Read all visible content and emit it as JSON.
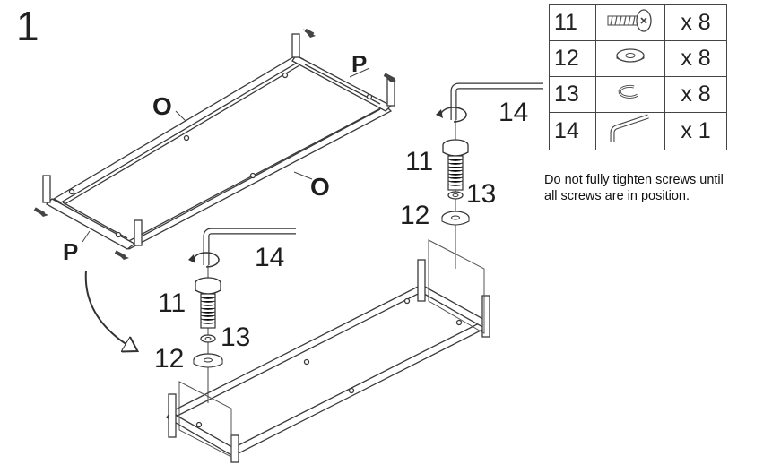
{
  "step_number": "1",
  "frame_labels": [
    "O",
    "O",
    "P",
    "P"
  ],
  "callouts": {
    "screw": "11",
    "washer": "12",
    "lock_washer": "13",
    "hex_key": "14"
  },
  "parts": [
    {
      "number": "11",
      "icon": "screw-icon",
      "qty": "x 8"
    },
    {
      "number": "12",
      "icon": "washer-icon",
      "qty": "x 8"
    },
    {
      "number": "13",
      "icon": "split-lock-washer-icon",
      "qty": "x 8"
    },
    {
      "number": "14",
      "icon": "hex-key-icon",
      "qty": "x 1"
    }
  ],
  "note": {
    "line1": "Do not fully tighten screws until",
    "line2": "all screws are in position."
  }
}
